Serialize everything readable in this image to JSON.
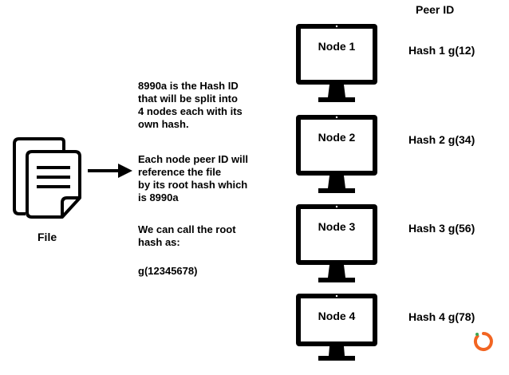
{
  "peer_header": "Peer ID",
  "file": {
    "label": "File",
    "icon": "document-stack-icon"
  },
  "description": {
    "para1": "8990a is the Hash ID\nthat will be split into\n4 nodes each with its\nown hash.",
    "para2": "Each node peer ID will\nreference the file\nby its root hash which\nis 8990a",
    "para3": "We can call the root\nhash as:",
    "para4": "g(12345678)"
  },
  "nodes": [
    {
      "label": "Node 1",
      "hash": "Hash 1 g(12)"
    },
    {
      "label": "Node 2",
      "hash": "Hash 2 g(34)"
    },
    {
      "label": "Node 3",
      "hash": "Hash 3 g(56)"
    },
    {
      "label": "Node 4",
      "hash": "Hash 4 g(78)"
    }
  ],
  "colors": {
    "stroke": "#000000",
    "logo": "#f26522"
  }
}
